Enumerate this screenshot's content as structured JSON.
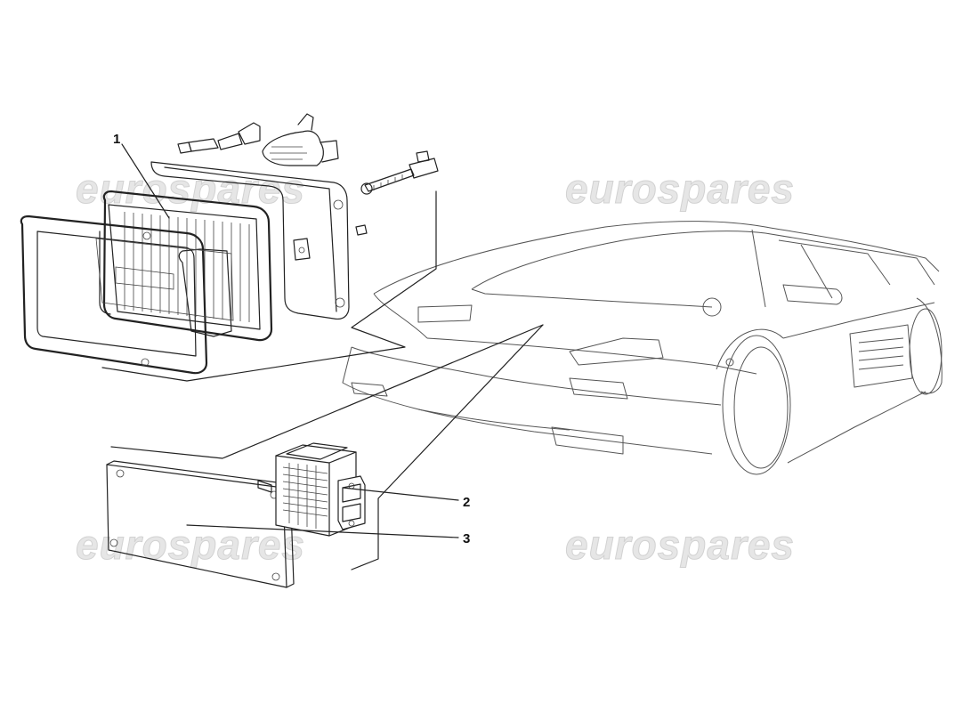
{
  "watermark": {
    "text": "eurospares"
  },
  "callouts": {
    "c1": "1",
    "c2": "2",
    "c3": "3"
  }
}
